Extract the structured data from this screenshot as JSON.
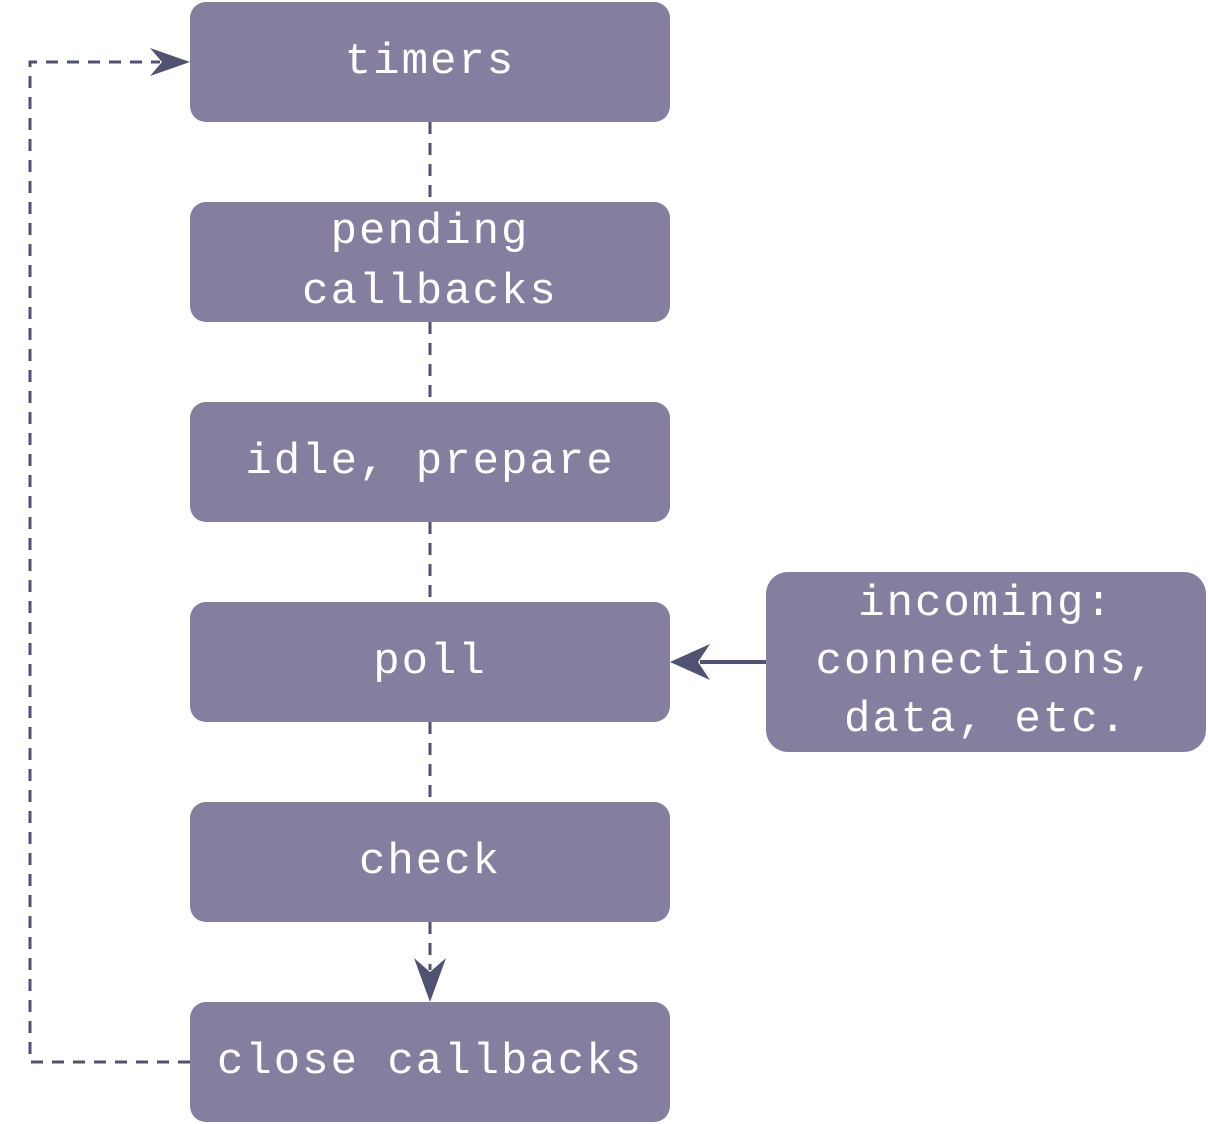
{
  "diagram": {
    "phases": [
      {
        "label": "timers"
      },
      {
        "label": "pending\ncallbacks"
      },
      {
        "label": "idle, prepare"
      },
      {
        "label": "poll"
      },
      {
        "label": "check"
      },
      {
        "label": "close callbacks"
      }
    ],
    "incoming": {
      "label": "incoming:\nconnections,\ndata, etc."
    }
  },
  "colors": {
    "box_fill": "#857e9f",
    "connector": "#4f5370",
    "text": "#ffffff"
  }
}
